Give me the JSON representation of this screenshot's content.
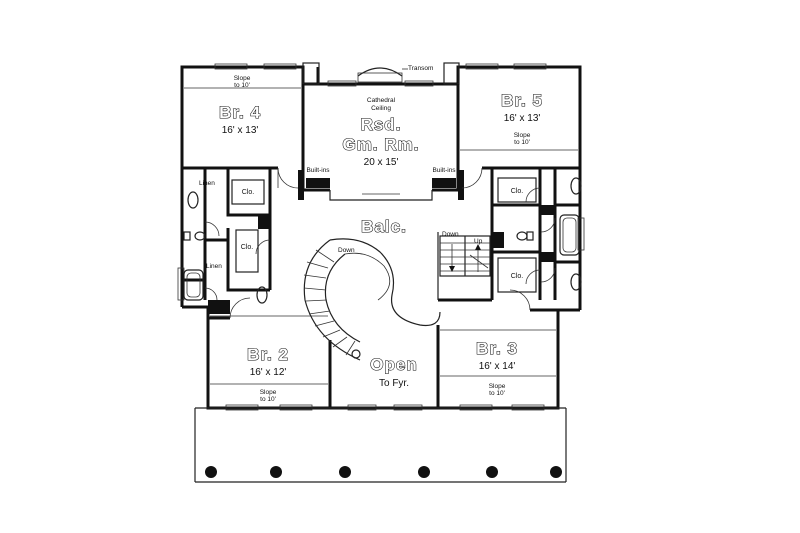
{
  "plan": {
    "top_note": "Transom",
    "rooms": {
      "br4": {
        "name": "Br. 4",
        "dim": "16' x 13'",
        "slope": "Slope",
        "slope2": "to 10'"
      },
      "br5": {
        "name": "Br. 5",
        "dim": "16' x 13'",
        "slope": "Slope",
        "slope2": "to 10'"
      },
      "gameroom": {
        "note1": "Cathedral",
        "note2": "Ceiling",
        "name1": "Rsd.",
        "name2": "Gm. Rm.",
        "dim": "20 x 15'",
        "builtin_left": "Built-ins",
        "builtin_right": "Built-ins"
      },
      "br2": {
        "name": "Br. 2",
        "dim": "16' x 12'",
        "slope": "Slope",
        "slope2": "to 10'"
      },
      "br3": {
        "name": "Br. 3",
        "dim": "16' x 14'",
        "slope": "Slope",
        "slope2": "to 10'"
      },
      "balc": {
        "name": "Balc."
      },
      "open": {
        "name": "Open",
        "sub": "To Fyr."
      }
    },
    "labels": {
      "clo_left_top": "Clo.",
      "clo_left_mid": "Clo.",
      "clo_right_top": "Clo.",
      "clo_right_bot": "Clo.",
      "linen_top": "Linen",
      "linen_bot": "Linen",
      "down_spiral": "Down",
      "down_stair": "Down",
      "up_stair": "Up"
    }
  }
}
